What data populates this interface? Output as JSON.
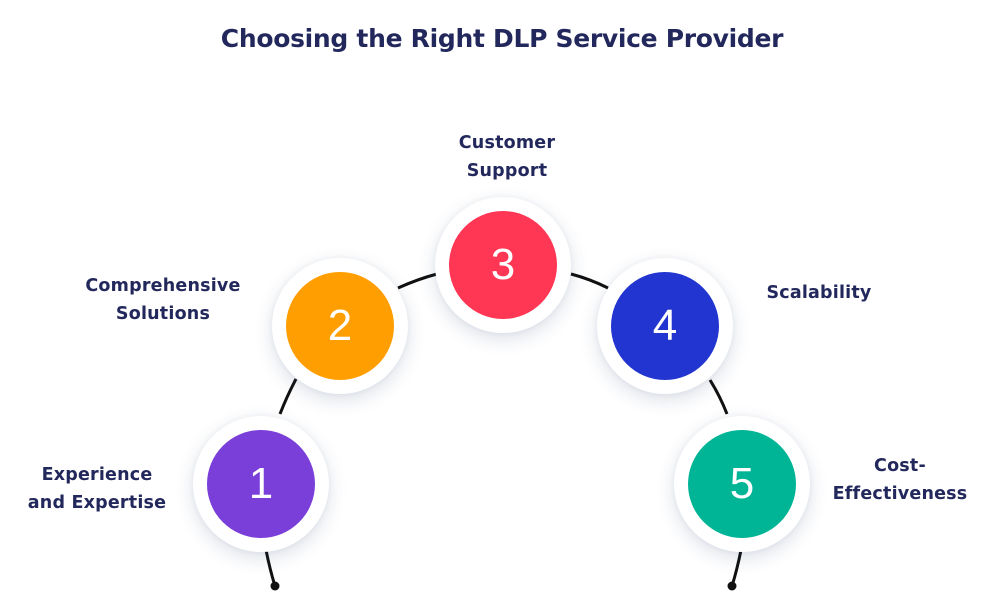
{
  "title": "Choosing the Right DLP Service Provider",
  "steps": [
    {
      "number": "1",
      "label_lines": [
        "Experience",
        "and Expertise"
      ],
      "color": "#7b3fd9"
    },
    {
      "number": "2",
      "label_lines": [
        "Comprehensive",
        "Solutions"
      ],
      "color": "#ff9e00"
    },
    {
      "number": "3",
      "label_lines": [
        "Customer",
        "Support"
      ],
      "color": "#ff3654"
    },
    {
      "number": "4",
      "label_lines": [
        "Scalability"
      ],
      "color": "#2235d0"
    },
    {
      "number": "5",
      "label_lines": [
        "Cost-",
        "Effectiveness"
      ],
      "color": "#00b596"
    }
  ],
  "colors": {
    "title": "#22285c",
    "connector": "#111111"
  }
}
